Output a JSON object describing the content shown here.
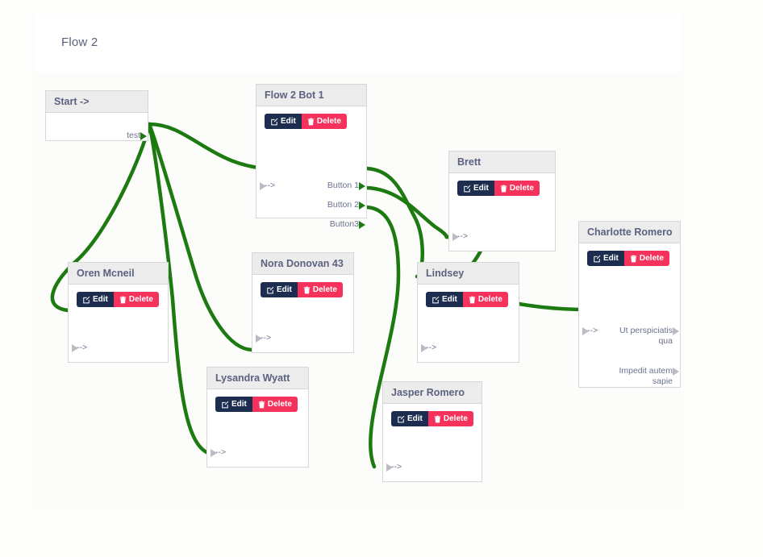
{
  "page": {
    "title": "Flow 2",
    "background_color": "#fdfdfb",
    "canvas_color": "#fcfcfa",
    "header_color": "#ffffff"
  },
  "theme": {
    "edge_color": "#1d7a11",
    "edit_button_color": "#1c2d50",
    "delete_button_color": "#f5325b",
    "node_header_color": "#ececec",
    "node_border_color": "#d7d7d7",
    "title_text_color": "#5c6180",
    "port_text_color": "#6b7190",
    "input_marker_color": "#b9bcc4"
  },
  "buttons": {
    "edit_label": "Edit",
    "delete_label": "Delete",
    "edit_icon": "pencil-square-icon",
    "delete_icon": "trash-icon"
  },
  "nodes": [
    {
      "id": "start",
      "title": "Start ->",
      "has_actions": false,
      "inputs": [],
      "outputs": [
        "test"
      ]
    },
    {
      "id": "flow2bot1",
      "title": "Flow 2 Bot 1",
      "has_actions": true,
      "inputs": [
        "-->"
      ],
      "outputs": [
        "Button 1",
        "Button 2",
        "Button3"
      ]
    },
    {
      "id": "brett",
      "title": "Brett",
      "has_actions": true,
      "inputs": [
        "-->"
      ],
      "outputs": []
    },
    {
      "id": "charlotte",
      "title": "Charlotte Romero",
      "has_actions": true,
      "inputs": [
        "-->"
      ],
      "outputs": [
        "Ut perspiciatis qua",
        "Impedit autem sapie"
      ]
    },
    {
      "id": "oren",
      "title": "Oren Mcneil",
      "has_actions": true,
      "inputs": [
        "-->"
      ],
      "outputs": []
    },
    {
      "id": "nora",
      "title": "Nora Donovan 43",
      "has_actions": true,
      "inputs": [
        "-->"
      ],
      "outputs": []
    },
    {
      "id": "lindsey",
      "title": "Lindsey",
      "has_actions": true,
      "inputs": [
        "-->"
      ],
      "outputs": []
    },
    {
      "id": "lysandra",
      "title": "Lysandra Wyatt",
      "has_actions": true,
      "inputs": [
        "-->"
      ],
      "outputs": []
    },
    {
      "id": "jasper",
      "title": "Jasper Romero",
      "has_actions": true,
      "inputs": [
        "-->"
      ],
      "outputs": []
    }
  ],
  "edges": [
    {
      "from": "start.test",
      "to": "flow2bot1.in"
    },
    {
      "from": "start.test",
      "to": "oren.in"
    },
    {
      "from": "start.test",
      "to": "nora.in"
    },
    {
      "from": "start.test",
      "to": "lysandra.in"
    },
    {
      "from": "flow2bot1.Button 1",
      "to": "lindsey.in"
    },
    {
      "from": "flow2bot1.Button 2",
      "to": "brett.in"
    },
    {
      "from": "flow2bot1.Button3",
      "to": "jasper.in"
    },
    {
      "from": "brett.out",
      "to": "charlotte.in"
    }
  ]
}
